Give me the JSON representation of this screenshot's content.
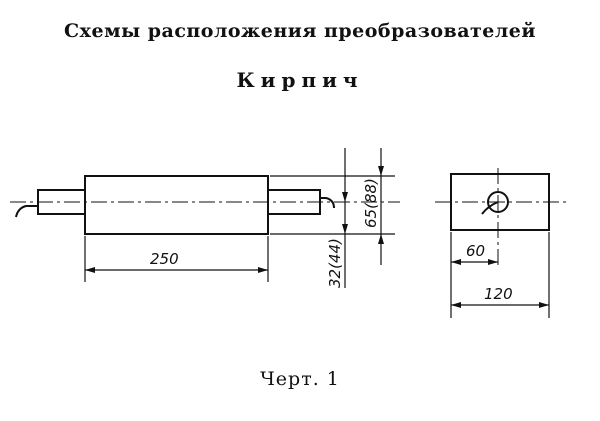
{
  "header": {
    "title": "Схемы расположения преобразователей",
    "subtitle": "Кирпич"
  },
  "side_view": {
    "length_dim": "250",
    "height_dim": "32(44)",
    "total_height_dim": "65(88)"
  },
  "end_view": {
    "center_dim": "60",
    "width_dim": "120"
  },
  "caption": "Черт. 1"
}
